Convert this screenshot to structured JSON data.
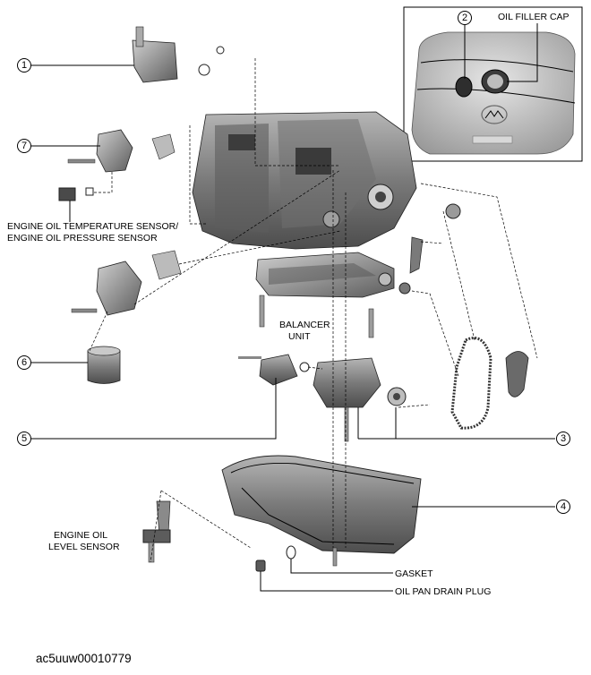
{
  "callouts": [
    {
      "id": "1",
      "text": "1"
    },
    {
      "id": "2",
      "text": "2"
    },
    {
      "id": "3",
      "text": "3"
    },
    {
      "id": "4",
      "text": "4"
    },
    {
      "id": "5",
      "text": "5"
    },
    {
      "id": "6",
      "text": "6"
    },
    {
      "id": "7",
      "text": "7"
    }
  ],
  "labels": {
    "oil_filler_cap": "OIL FILLER CAP",
    "temp_sensor_line1": "ENGINE OIL TEMPERATURE SENSOR/",
    "temp_sensor_line2": "ENGINE OIL PRESSURE SENSOR",
    "balancer_line1": "BALANCER",
    "balancer_line2": "UNIT",
    "level_sensor_line1": "ENGINE OIL",
    "level_sensor_line2": "LEVEL SENSOR",
    "gasket": "GASKET",
    "drain_plug": "OIL PAN DRAIN PLUG"
  },
  "caption": "ac5uuw00010779",
  "colors": {
    "ink": "#000000",
    "part_fill": "#8a8a8a",
    "part_dark": "#4a4a4a",
    "part_light": "#c8c8c8"
  }
}
